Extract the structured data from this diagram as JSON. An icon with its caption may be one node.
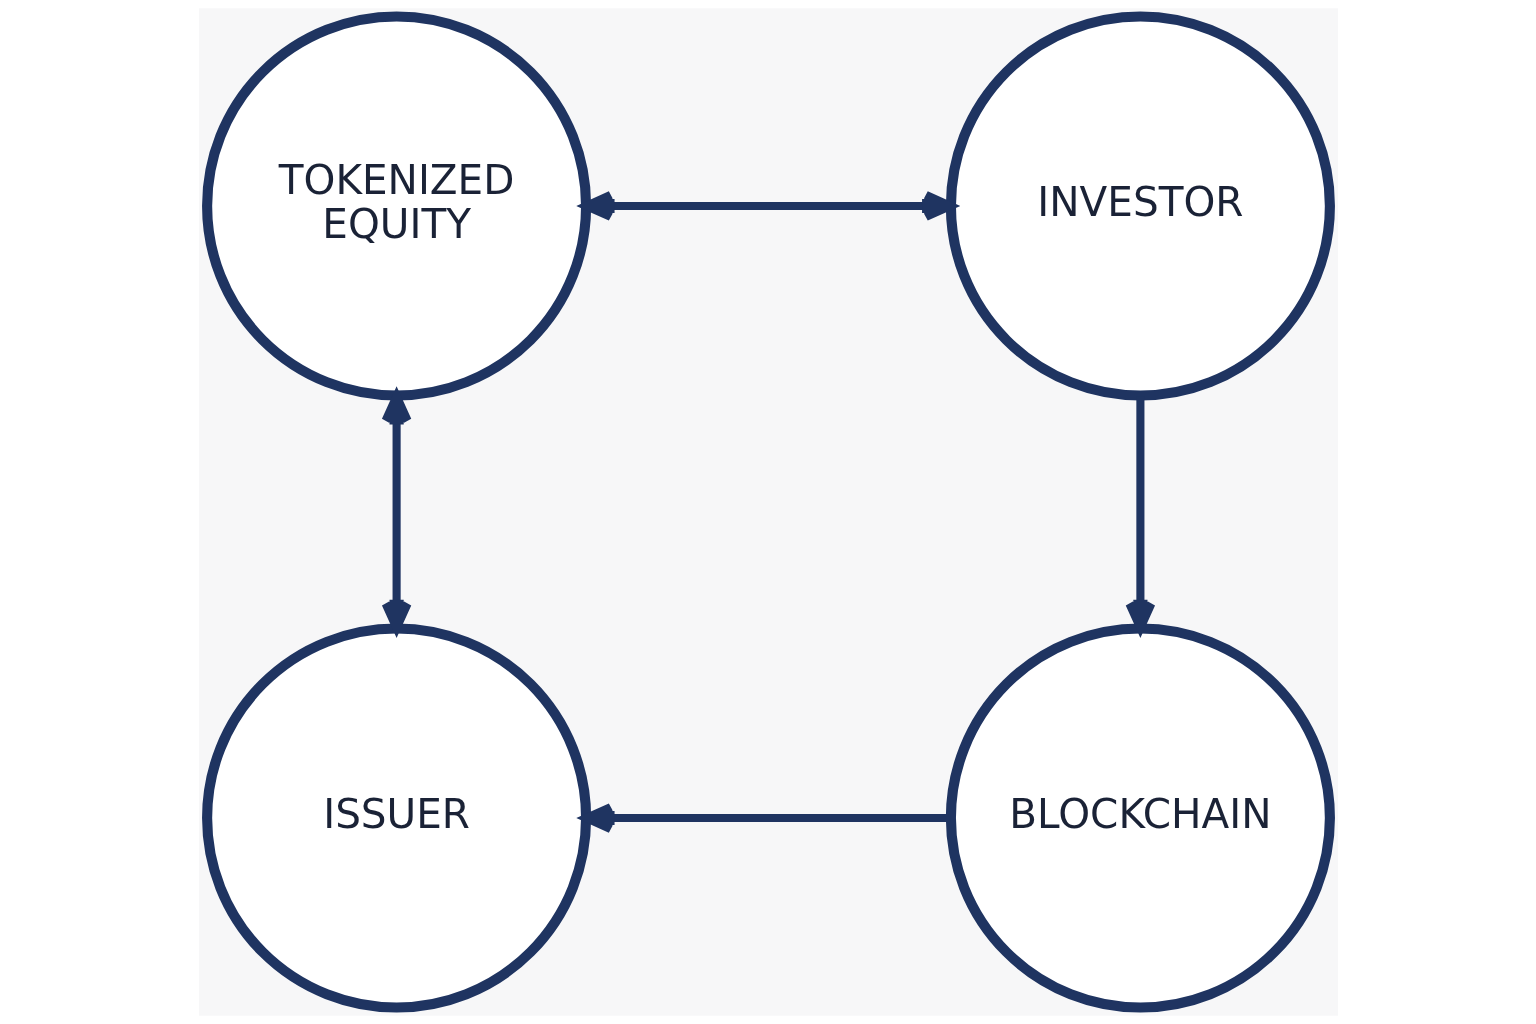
{
  "diagram": {
    "nodes": [
      {
        "text": [
          "TOKENIZED EQUITY"
        ]
      },
      {
        "text": [
          "INVESTOR"
        ]
      },
      {
        "text": [
          "ISSUER"
        ]
      },
      {
        "text": [
          "BLOCKCHAIN"
        ]
      }
    ],
    "edges": [
      {
        "from": 0,
        "to": 1,
        "arrow": "both"
      },
      {
        "from": 1,
        "to": 3,
        "arrow": "to"
      },
      {
        "from": 3,
        "to": 2,
        "arrow": "to"
      },
      {
        "from": 0,
        "to": 2,
        "arrow": "both"
      }
    ]
  }
}
